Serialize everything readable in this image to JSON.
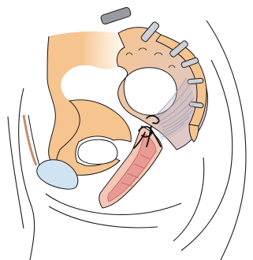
{
  "figure": {
    "colors": {
      "background": "#ffffff",
      "outline": "#1a1a1a",
      "bone": "#f6c48f",
      "bone_fade": "#fbe3c6",
      "sacrum_gray": "#d2cbd6",
      "vaginal_wall": "#f3c6b6",
      "vaginal_inner": "#e79b93",
      "mesh_ring": "#9a9aa2",
      "mesh_ring_light": "#cfcfd6",
      "bladder": "#cfe3f2",
      "ligament_gray": "#b9b5c4",
      "suture": "#111111"
    },
    "icons": [
      "pelvis-bone",
      "sacrum",
      "coccyx-rings",
      "vaginal-canal",
      "bladder",
      "suture-knot",
      "ligament-fibers",
      "body-outline"
    ]
  }
}
